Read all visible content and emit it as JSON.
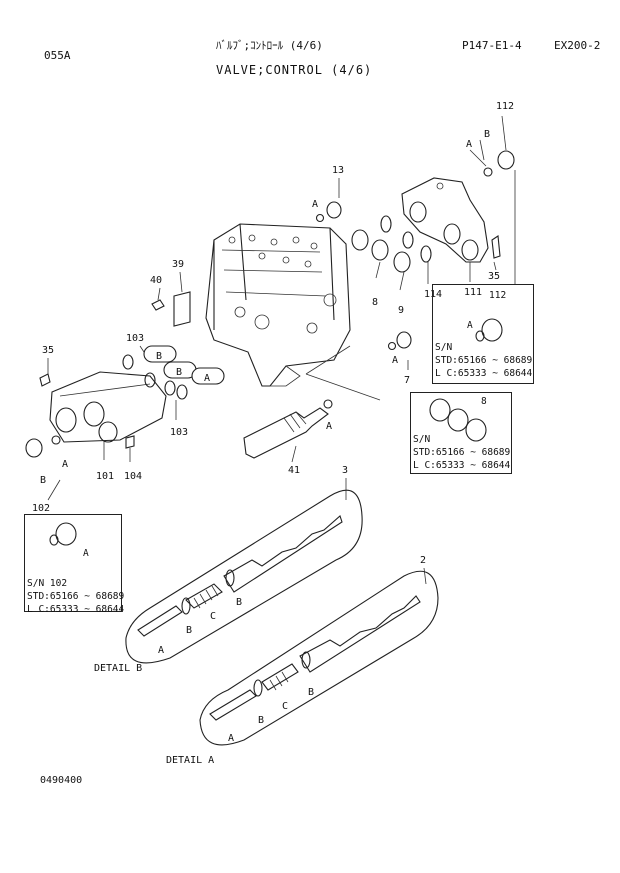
{
  "header": {
    "page_code": "055A",
    "title_jp": "ﾊﾞﾙﾌﾞ;ｺﾝﾄﾛｰﾙ (4/6)",
    "title_en": "VALVE;CONTROL (4/6)",
    "page_ref": "P147-E1-4",
    "model": "EX200-2"
  },
  "callouts": {
    "c112_top": "112",
    "c13": "13",
    "c40": "40",
    "c39": "39",
    "c8": "8",
    "c9": "9",
    "c114": "114",
    "c111": "111",
    "c35_right": "35",
    "c103_top": "103",
    "c103_bot": "103",
    "c35_left": "35",
    "c7": "7",
    "c41": "41",
    "c101": "101",
    "c104": "104",
    "c102": "102",
    "c3": "3",
    "c2": "2"
  },
  "letters": {
    "A": "A",
    "B": "B",
    "C": "C"
  },
  "boxes": {
    "box112": {
      "num": "112",
      "sn": "S/N",
      "std": "STD:65166 ~ 68689",
      "lc": "L C:65333 ~ 68644"
    },
    "box8": {
      "num": "8",
      "sn": "S/N",
      "std": "STD:65166 ~ 68689",
      "lc": "L C:65333 ~ 68644"
    },
    "box102": {
      "sn_line": "S/N   102",
      "std": "STD:65166 ~ 68689",
      "lc": "L C:65333 ~ 68644"
    }
  },
  "details": {
    "detail_b": "DETAIL B",
    "detail_a": "DETAIL A"
  },
  "footer": {
    "doc_no": "0490400"
  }
}
